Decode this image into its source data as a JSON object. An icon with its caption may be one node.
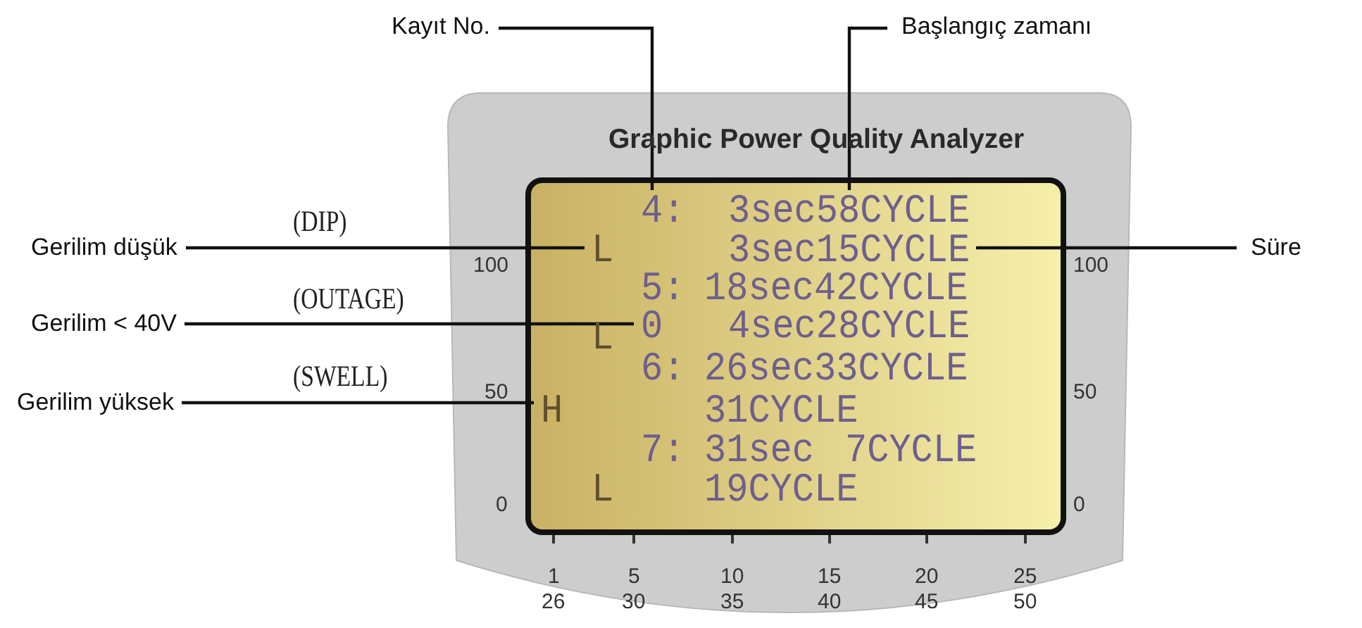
{
  "diagram": {
    "nodes": [
      {
        "text": [
          "Kayıt No."
        ]
      },
      {
        "text": [
          "Başlangıç zamanı"
        ]
      },
      {
        "text": [
          "Gerilim düşük"
        ]
      },
      {
        "text": [
          "Gerilim < 40V"
        ]
      },
      {
        "text": [
          "Gerilim yüksek"
        ]
      },
      {
        "text": [
          "Süre"
        ]
      },
      {
        "text": [
          "4:"
        ]
      },
      {
        "text": [
          "3sec58CYCLE"
        ]
      },
      {
        "text": [
          "L"
        ]
      },
      {
        "text": [
          "0"
        ]
      },
      {
        "text": [
          "H"
        ]
      },
      {
        "text": [
          "3sec15CYCLE"
        ]
      }
    ],
    "edges": [
      {
        "from": 0,
        "to": 6,
        "arrow": "none"
      },
      {
        "from": 1,
        "to": 7,
        "arrow": "none"
      },
      {
        "from": 2,
        "to": 8,
        "arrow": "none",
        "label": "(DIP)"
      },
      {
        "from": 3,
        "to": 9,
        "arrow": "none",
        "label": "(OUTAGE)"
      },
      {
        "from": 4,
        "to": 10,
        "arrow": "none",
        "label": "(SWELL)"
      },
      {
        "from": 5,
        "to": 11,
        "arrow": "none"
      }
    ],
    "labels": [
      "Graphic Power Quality Analyzer",
      "5:",
      "18sec42CYCLE",
      "L",
      "4sec28CYCLE",
      "6:",
      "26sec33CYCLE",
      "31CYCLE",
      "7:",
      "31sec",
      "7CYCLE",
      "L",
      "19CYCLE",
      "100",
      "100",
      "50",
      "50",
      "0",
      "0",
      "1",
      "5",
      "10",
      "15",
      "20",
      "25",
      "26",
      "30",
      "35",
      "40",
      "45",
      "50"
    ]
  }
}
